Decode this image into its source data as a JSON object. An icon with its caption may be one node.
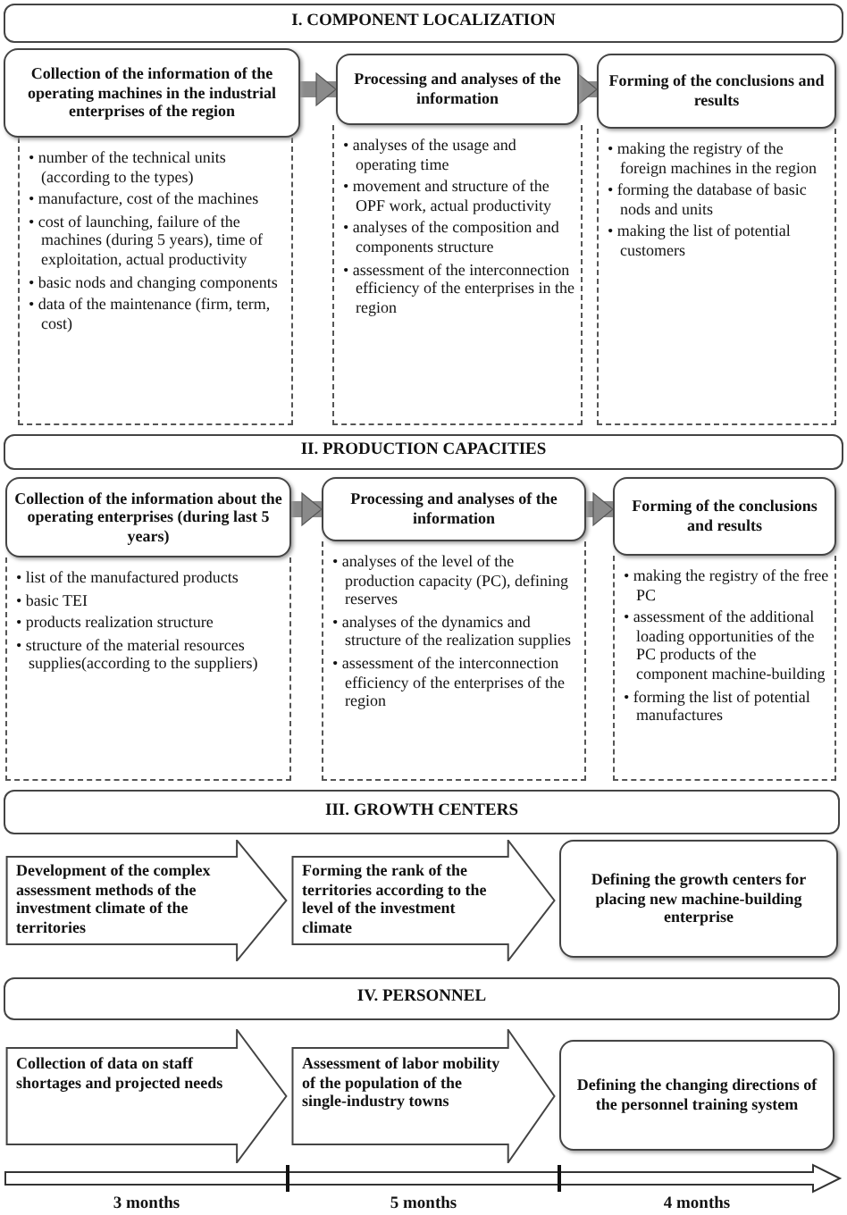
{
  "diagram": {
    "nodes": [
      {
        "text": [
          "I. COMPONENT LOCALIZATION"
        ]
      },
      {
        "text": [
          "Collection of the information of the operating machines in the industrial enterprises of the region"
        ]
      },
      {
        "text": [
          "• number of the technical units (according to the types)",
          "• manufacture, cost of the machines",
          "• cost of launching, failure of the machines (during 5 years), time of exploitation, actual productivity",
          "• basic nods and changing components",
          "• data of the maintenance (firm, term, cost)"
        ]
      },
      {
        "text": [
          "Processing and analyses of the information"
        ]
      },
      {
        "text": [
          "• analyses of the usage and operating time",
          "• movement and structure of the OPF work, actual productivity",
          "• analyses of the composition and components structure",
          "• assessment of the interconnection efficiency of the enterprises in the region"
        ]
      },
      {
        "text": [
          "Forming of the conclusions and results"
        ]
      },
      {
        "text": [
          "• making the registry of the foreign machines in the region",
          "• forming the database of basic nods and units",
          "• making the list of potential customers"
        ]
      },
      {
        "text": [
          "II. PRODUCTION CAPACITIES"
        ]
      },
      {
        "text": [
          "Collection of the information about the operating enterprises (during last 5 years)"
        ]
      },
      {
        "text": [
          "• list of the manufactured products",
          "• basic TEI",
          "• products realization structure",
          "• structure of the material resources supplies(according to the suppliers)"
        ]
      },
      {
        "text": [
          "Processing and analyses of the information"
        ]
      },
      {
        "text": [
          "• analyses of the level of the production capacity (PC), defining reserves",
          "• analyses of the dynamics and structure of the realization supplies",
          "• assessment of the interconnection efficiency of the enterprises of the region"
        ]
      },
      {
        "text": [
          "Forming of the conclusions and results"
        ]
      },
      {
        "text": [
          "• making the registry of the free PC",
          "• assessment of the additional loading opportunities of the PC products of the component machine-building",
          "• forming the list of potential manufactures"
        ]
      },
      {
        "text": [
          "III. GROWTH CENTERS"
        ]
      },
      {
        "text": [
          "Development of the complex assessment methods of the investment climate of the territories"
        ]
      },
      {
        "text": [
          "Forming the rank of the territories according to the level of the investment climate"
        ]
      },
      {
        "text": [
          "Defining the growth centers for placing new machine-building enterprise"
        ]
      },
      {
        "text": [
          "IV. PERSONNEL"
        ]
      },
      {
        "text": [
          "Collection of data on staff shortages and projected needs"
        ]
      },
      {
        "text": [
          "Assessment of labor mobility of the population of the single-industry towns"
        ]
      },
      {
        "text": [
          "Defining the changing directions of the personnel training system"
        ]
      }
    ],
    "edges": [
      {
        "from": 1,
        "to": 3,
        "arrow": "to"
      },
      {
        "from": 3,
        "to": 5,
        "arrow": "to"
      },
      {
        "from": 8,
        "to": 10,
        "arrow": "to"
      },
      {
        "from": 10,
        "to": 12,
        "arrow": "to"
      }
    ],
    "labels": [
      "3 months",
      "5 months",
      "4 months"
    ]
  }
}
